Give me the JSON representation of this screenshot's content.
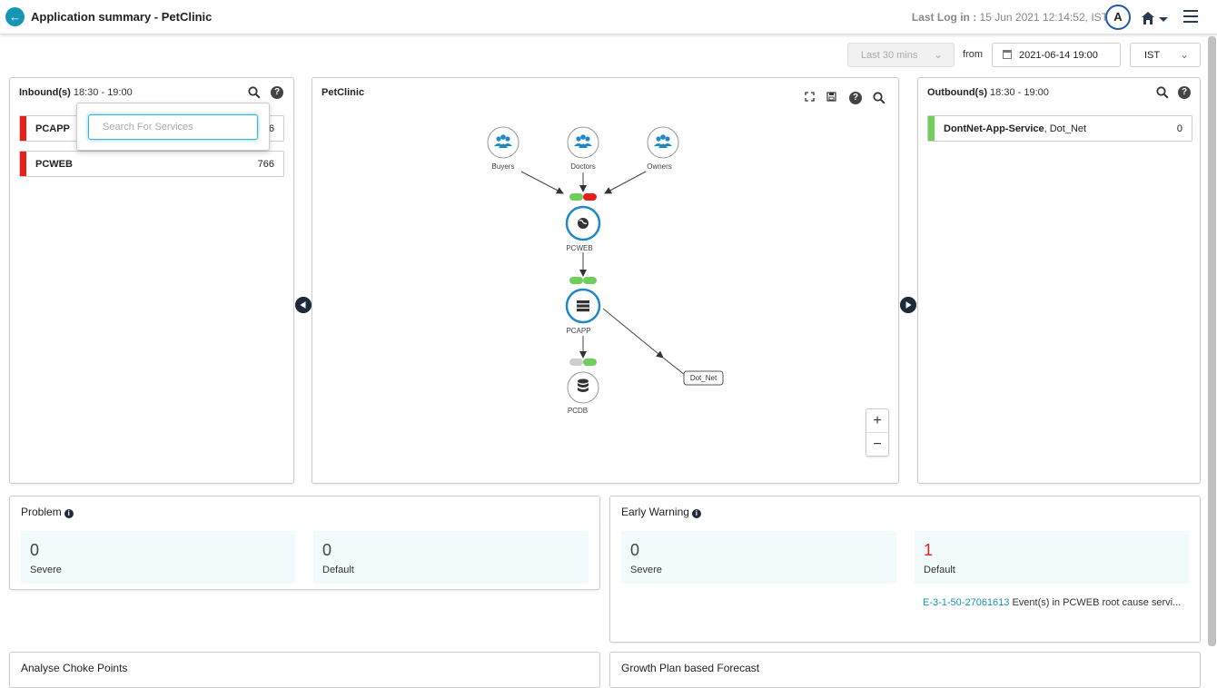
{
  "header": {
    "title": "Application summary - PetClinic",
    "last_login_label": "Last Log in :",
    "last_login_value": "15 Jun 2021 12:14:52, IST",
    "avatar_letter": "A"
  },
  "timebar": {
    "range": "Last 30 mins",
    "from_label": "from",
    "from_date": "2021-06-14 19:00",
    "timezone": "IST"
  },
  "inbound": {
    "title": "Inbound(s)",
    "time": "18:30 - 19:00",
    "search_placeholder": "Search For Services",
    "items": [
      {
        "name": "PCAPP",
        "count": "6",
        "status_color": "#e8201c"
      },
      {
        "name": "PCWEB",
        "count": "766",
        "status_color": "#e8201c"
      }
    ]
  },
  "topology": {
    "title": "PetClinic",
    "nodes": {
      "buyers": "Buyers",
      "doctors": "Doctors",
      "owners": "Owners",
      "pcweb": "PCWEB",
      "pcapp": "PCAPP",
      "pcdb": "PCDB",
      "dotnet": "Dot_Net"
    },
    "zoom_in": "+",
    "zoom_out": "−"
  },
  "outbound": {
    "title": "Outbound(s)",
    "time": "18:30 - 19:00",
    "items": [
      {
        "name": "DontNet-App-Service",
        "env": ", Dot_Net",
        "count": "0",
        "status_color": "#6fcf5a"
      }
    ]
  },
  "problem": {
    "title": "Problem",
    "severe_value": "0",
    "severe_label": "Severe",
    "default_value": "0",
    "default_label": "Default"
  },
  "early_warning": {
    "title": "Early Warning",
    "severe_value": "0",
    "severe_label": "Severe",
    "default_value": "1",
    "default_label": "Default",
    "event_link": "E-3-1-50-27061613",
    "event_text": " Event(s) in PCWEB root cause servi..."
  },
  "bottom": {
    "choke_title": "Analyse Choke Points",
    "growth_title": "Growth Plan based Forecast"
  },
  "colors": {
    "accent": "#1596b4",
    "critical": "#e8201c",
    "ok": "#6fcf5a",
    "node_ring": "#1e88c8"
  }
}
